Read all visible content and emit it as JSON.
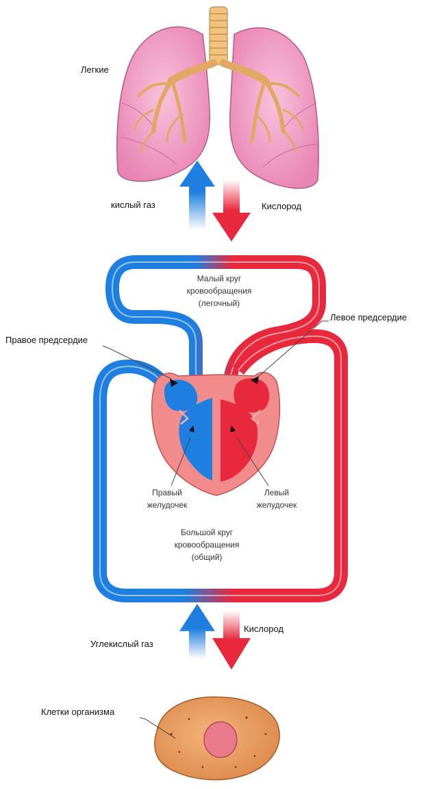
{
  "labels": {
    "lungs": "Легкие",
    "co2_top": "кислый газ",
    "oxygen_top": "Кислород",
    "small_circle_l1": "Малый круг",
    "small_circle_l2": "кровообращения",
    "small_circle_l3": "(легочный)",
    "left_atrium": "Левое предсердие",
    "right_atrium": "Правое предсердие",
    "right_ventricle_l1": "Правый",
    "right_ventricle_l2": "желудочек",
    "left_ventricle_l1": "Левый",
    "left_ventricle_l2": "желудочек",
    "big_circle_l1": "Большой круг",
    "big_circle_l2": "кровообращения",
    "big_circle_l3": "(общий)",
    "co2_bottom": "Углекислый газ",
    "oxygen_bottom": "Кислород",
    "body_cells": "Клетки организма"
  },
  "colors": {
    "venous": "#1e7fe0",
    "arterial": "#e8283c",
    "lung": "#ef9ac0",
    "cell": "#e89a5a"
  }
}
